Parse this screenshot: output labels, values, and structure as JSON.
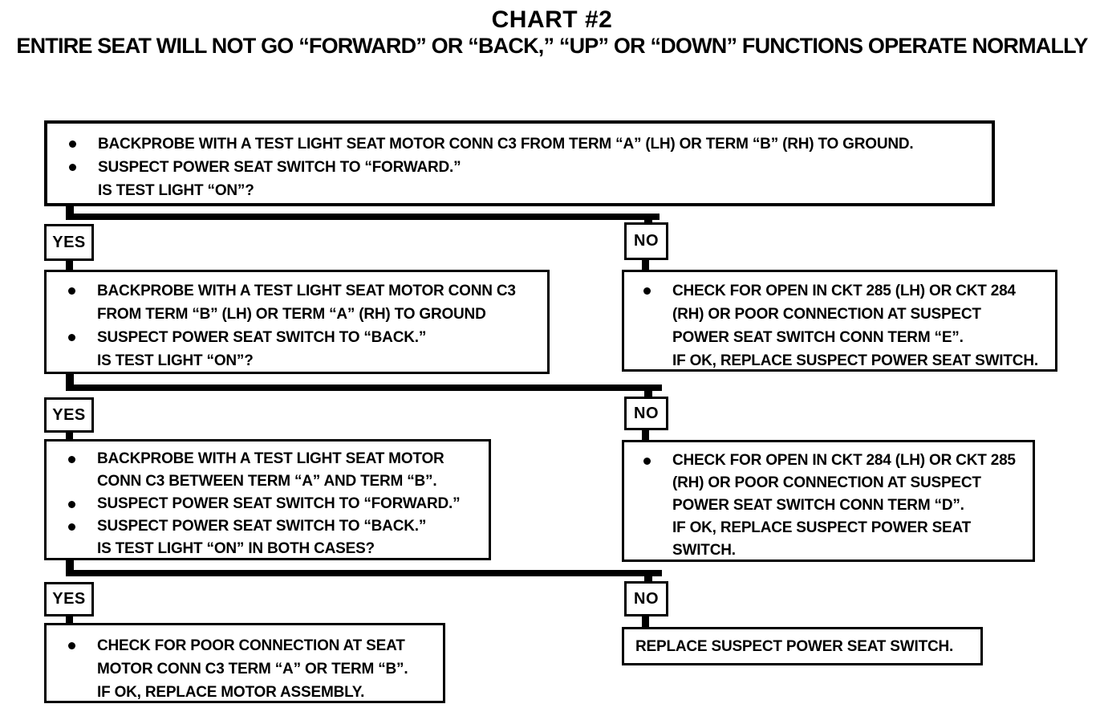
{
  "title": "CHART #2",
  "subtitle": "ENTIRE SEAT WILL NOT GO “FORWARD” OR “BACK,” “UP” OR “DOWN” FUNCTIONS OPERATE NORMALLY",
  "labels": {
    "yes": "YES",
    "no": "NO"
  },
  "colors": {
    "ink": "#000000",
    "paper": "#ffffff"
  },
  "boxes": {
    "q1": {
      "i1l1": "BACKPROBE WITH A TEST LIGHT SEAT MOTOR CONN C3 FROM TERM “A” (LH) OR TERM “B” (RH) TO GROUND.",
      "i2l1": "SUSPECT POWER SEAT SWITCH TO “FORWARD.”",
      "i2l2": "IS TEST LIGHT “ON”?"
    },
    "q2": {
      "i1l1": "BACKPROBE WITH A TEST LIGHT SEAT MOTOR CONN C3",
      "i1l2": "FROM TERM “B” (LH) OR TERM “A” (RH) TO GROUND",
      "i2l1": "SUSPECT POWER SEAT SWITCH TO “BACK.”",
      "i2l2": "IS TEST LIGHT “ON”?"
    },
    "a1": {
      "i1l1": "CHECK FOR OPEN IN CKT 285 (LH) OR CKT 284",
      "i1l2": "(RH) OR POOR CONNECTION AT SUSPECT",
      "i1l3": "POWER SEAT SWITCH CONN TERM “E”.",
      "i1l4": "IF OK, REPLACE SUSPECT POWER SEAT SWITCH."
    },
    "q3": {
      "i1l1": "BACKPROBE WITH A TEST LIGHT SEAT MOTOR",
      "i1l2": "CONN C3 BETWEEN TERM “A” AND TERM “B”.",
      "i2l1": "SUSPECT POWER SEAT SWITCH TO “FORWARD.”",
      "i3l1": "SUSPECT POWER SEAT SWITCH TO “BACK.”",
      "i3l2": "IS TEST LIGHT “ON” IN BOTH CASES?"
    },
    "a2": {
      "i1l1": "CHECK FOR OPEN IN CKT 284 (LH) OR CKT 285",
      "i1l2": "(RH) OR POOR CONNECTION AT SUSPECT",
      "i1l3": "POWER SEAT SWITCH CONN TERM “D”.",
      "i1l4": "IF OK, REPLACE SUSPECT POWER SEAT",
      "i1l5": "SWITCH."
    },
    "a3": {
      "i1l1": "CHECK FOR POOR CONNECTION AT SEAT",
      "i1l2": "MOTOR CONN C3 TERM “A” OR TERM “B”.",
      "i1l3": "IF OK, REPLACE MOTOR ASSEMBLY."
    },
    "a4": {
      "l1": "REPLACE SUSPECT POWER SEAT SWITCH."
    }
  }
}
